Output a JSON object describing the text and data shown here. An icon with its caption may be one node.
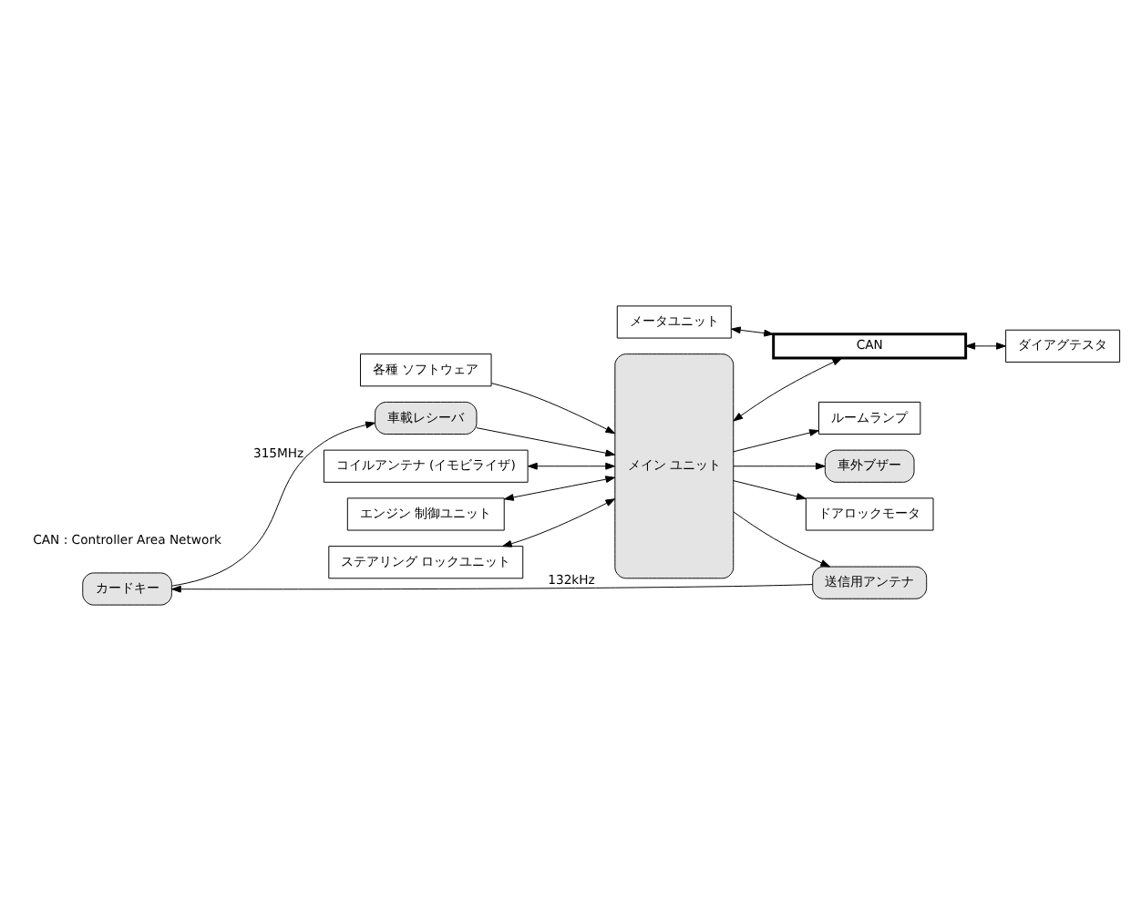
{
  "diagram": {
    "nodes": [
      {
        "text": [
          "カードキー"
        ]
      },
      {
        "text": [
          "車載レシーバ"
        ]
      },
      {
        "text": [
          "メイン ユニット"
        ]
      },
      {
        "text": [
          "送信用アンテナ"
        ]
      },
      {
        "text": [
          "車外ブザー"
        ]
      },
      {
        "text": [
          "ドアロックモータ"
        ]
      },
      {
        "text": [
          "ルームランプ"
        ]
      },
      {
        "text": [
          "コイルアンテナ (イモビライザ)"
        ]
      },
      {
        "text": [
          "エンジン 制御ユニット"
        ]
      },
      {
        "text": [
          "ステアリング ロックユニット"
        ]
      },
      {
        "text": [
          "各種 ソフトウェア"
        ]
      },
      {
        "text": [
          "メータユニット"
        ]
      },
      {
        "text": [
          "CAN"
        ]
      },
      {
        "text": [
          "ダイアグテスタ"
        ]
      }
    ],
    "edges": [
      {
        "from": 0,
        "to": 1,
        "arrow": "to",
        "label": "315MHz"
      },
      {
        "from": 3,
        "to": 0,
        "arrow": "to",
        "label": "132kHz"
      },
      {
        "from": 1,
        "to": 2,
        "arrow": "to"
      },
      {
        "from": 2,
        "to": 3,
        "arrow": "to"
      },
      {
        "from": 2,
        "to": 4,
        "arrow": "to"
      },
      {
        "from": 2,
        "to": 5,
        "arrow": "to"
      },
      {
        "from": 2,
        "to": 6,
        "arrow": "to"
      },
      {
        "from": 7,
        "to": 2,
        "arrow": "both"
      },
      {
        "from": 8,
        "to": 2,
        "arrow": "both"
      },
      {
        "from": 9,
        "to": 2,
        "arrow": "both"
      },
      {
        "from": 10,
        "to": 2,
        "arrow": "to"
      },
      {
        "from": 2,
        "to": 12,
        "arrow": "both"
      },
      {
        "from": 11,
        "to": 12,
        "arrow": "both"
      },
      {
        "from": 12,
        "to": 13,
        "arrow": "both"
      }
    ],
    "labels": [
      "CAN : Controller Area Network"
    ]
  }
}
